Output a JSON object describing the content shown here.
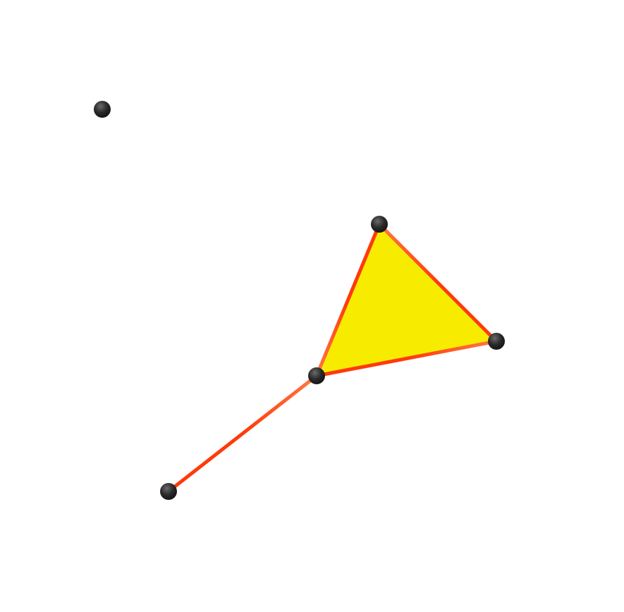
{
  "diagram": {
    "type": "graph",
    "points": [
      {
        "id": "p1"
      },
      {
        "id": "p2"
      },
      {
        "id": "p3"
      },
      {
        "id": "p4"
      },
      {
        "id": "p5"
      }
    ],
    "edges": [
      {
        "from": "p2",
        "to": "p3"
      },
      {
        "from": "p3",
        "to": "p4"
      },
      {
        "from": "p4",
        "to": "p2"
      },
      {
        "from": "p4",
        "to": "p5"
      }
    ],
    "filled_faces": [
      {
        "vertices": [
          "p2",
          "p3",
          "p4"
        ]
      }
    ],
    "colors": {
      "background": "#ffffff",
      "face_fill": "#f7ec00",
      "edge_color": "#ff3a0a",
      "edge_highlight": "#ff7a45",
      "point_color": "#2a2a2a",
      "point_highlight": "#6a6a6a"
    }
  }
}
